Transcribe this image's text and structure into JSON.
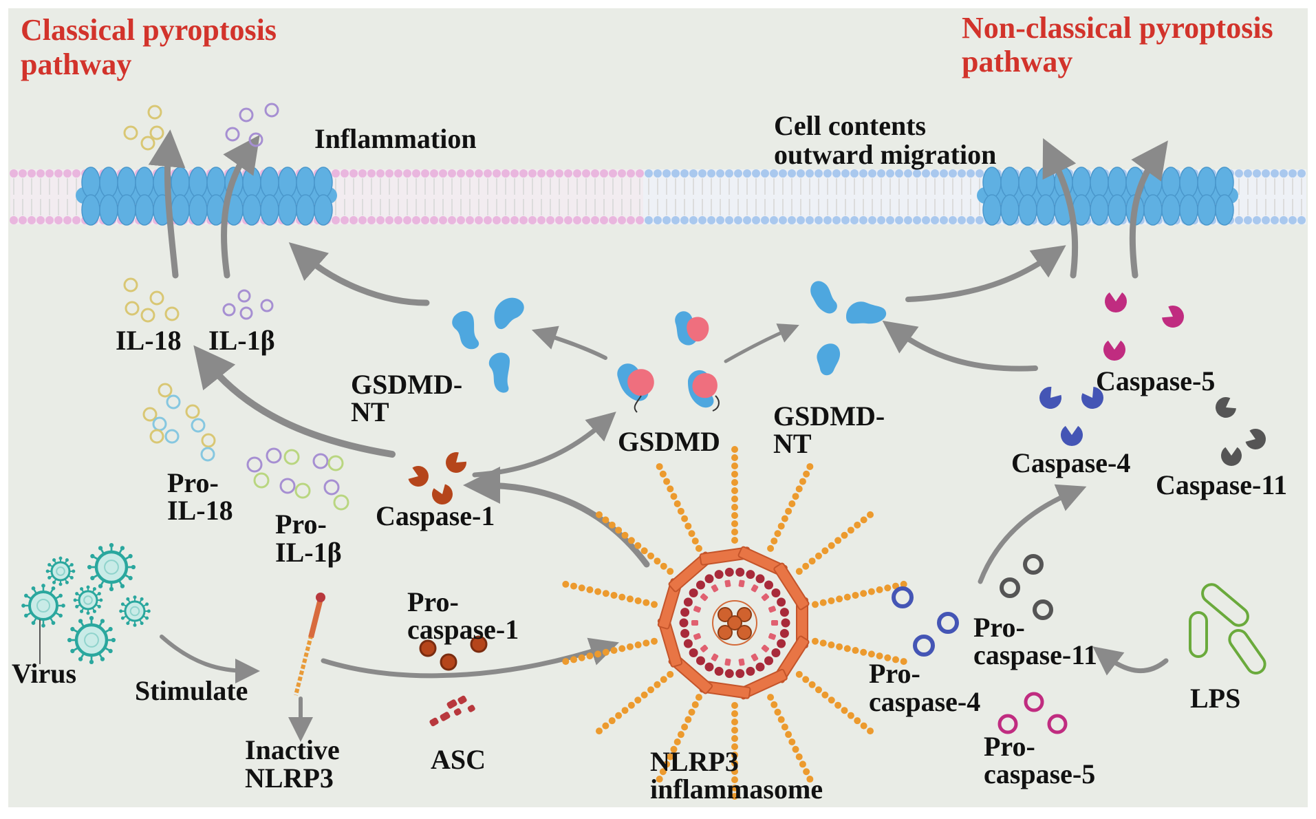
{
  "titles": {
    "classical": [
      "Classical pyroptosis",
      "pathway"
    ],
    "non_classical": [
      "Non-classical pyroptosis",
      "pathway"
    ]
  },
  "labels": {
    "inflammation": "Inflammation",
    "cell_contents": [
      "Cell contents",
      "outward migration"
    ],
    "il18": "IL-18",
    "il1b": "IL-1β",
    "gsdmd_nt_left": [
      "GSDMD-",
      "NT"
    ],
    "gsdmd": "GSDMD",
    "gsdmd_nt_right": [
      "GSDMD-",
      "NT"
    ],
    "caspase5": "Caspase-5",
    "caspase4": "Caspase-4",
    "caspase11": "Caspase-11",
    "pro_il18": [
      "Pro-",
      "IL-18"
    ],
    "pro_il1b": [
      "Pro-",
      "IL-1β"
    ],
    "caspase1": "Caspase-1",
    "pro_caspase1": [
      "Pro-",
      "caspase-1"
    ],
    "virus": "Virus",
    "stimulate": "Stimulate",
    "inactive_nlrp3": [
      "Inactive",
      "NLRP3"
    ],
    "asc": "ASC",
    "nlrp3_inflammasome": [
      "NLRP3",
      "inflammasome"
    ],
    "pro_caspase11": [
      "Pro-",
      "caspase-11"
    ],
    "pro_caspase4": [
      "Pro-",
      "caspase-4"
    ],
    "pro_caspase5": [
      "Pro-",
      "caspase-5"
    ],
    "lps": "LPS"
  },
  "colors": {
    "background": "#e9ece6",
    "title_red": "#d2332b",
    "membrane_pink": "#e9b6de",
    "membrane_blue": "#a9c8ee",
    "pore_blue": "#5fb0e2",
    "gsdmd_blue": "#4ea7df",
    "gsdmd_pink": "#ef6f7e",
    "arrow_gray": "#8a8a8a",
    "caspase_brown": "#b5451b",
    "caspase5_magenta": "#c02c80",
    "caspase4_blue": "#4455b5",
    "caspase11_gray": "#555555",
    "il18_yellow": "#d9c774",
    "il1b_purple": "#a68fd2",
    "pro_il18_cyan": "#86c7e0",
    "pro_il1b_green": "#b9d680",
    "virus_teal": "#2aa79e",
    "nlrp3_orange": "#ec9a2e",
    "asc_red": "#b8383d",
    "lps_green": "#6aaa3c"
  }
}
